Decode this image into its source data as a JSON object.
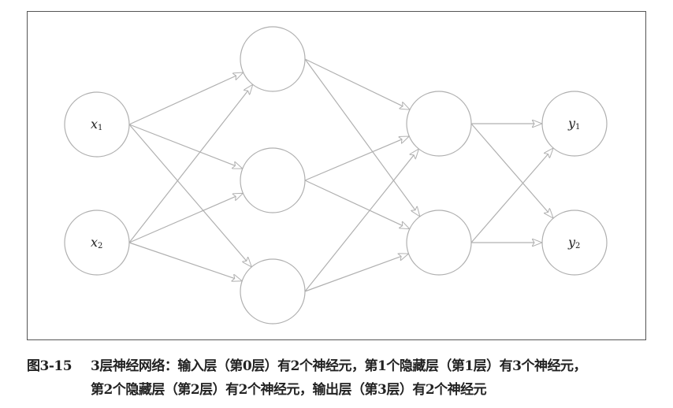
{
  "caption": {
    "figure_number": "图3-15",
    "line1": "3层神经网络：输入层（第0层）有2个神经元，第1个隐藏层（第1层）有3个神经元，",
    "line2": "第2个隐藏层（第2层）有2个神经元，输出层（第3层）有2个神经元"
  },
  "network": {
    "layers": [
      {
        "name": "input",
        "nodes": [
          {
            "label": "x",
            "sub": "1"
          },
          {
            "label": "x",
            "sub": "2"
          }
        ]
      },
      {
        "name": "hidden1",
        "nodes": [
          {
            "label": "",
            "sub": ""
          },
          {
            "label": "",
            "sub": ""
          },
          {
            "label": "",
            "sub": ""
          }
        ]
      },
      {
        "name": "hidden2",
        "nodes": [
          {
            "label": "",
            "sub": ""
          },
          {
            "label": "",
            "sub": ""
          }
        ]
      },
      {
        "name": "output",
        "nodes": [
          {
            "label": "y",
            "sub": "1"
          },
          {
            "label": "y",
            "sub": "2"
          }
        ]
      }
    ],
    "connection": "fully-connected",
    "colors": {
      "stroke": "#b0b0b0",
      "text": "#222222"
    }
  }
}
